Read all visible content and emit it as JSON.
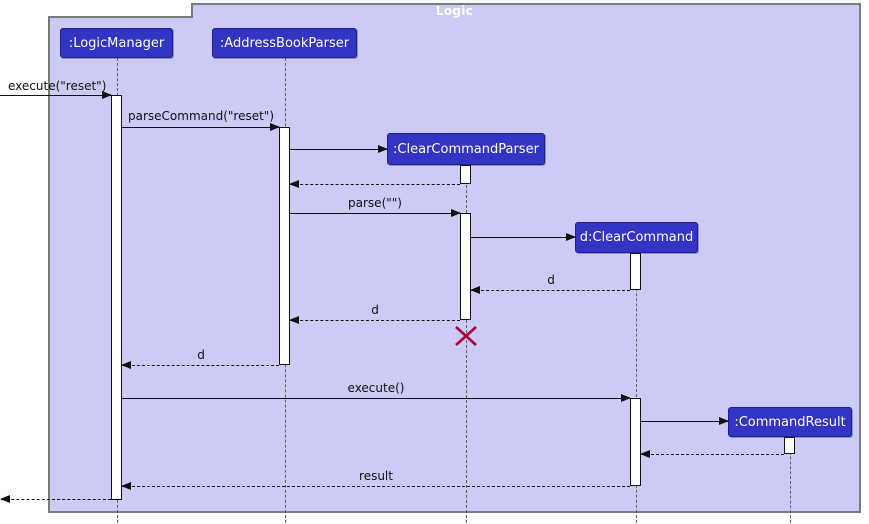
{
  "frame": {
    "title": "Logic"
  },
  "participants": [
    {
      "id": "logic-manager",
      "label": ":LogicManager"
    },
    {
      "id": "address-book-parser",
      "label": ":AddressBookParser"
    },
    {
      "id": "clear-command-parser",
      "label": ":ClearCommandParser"
    },
    {
      "id": "clear-command",
      "label": "d:ClearCommand"
    },
    {
      "id": "command-result",
      "label": ":CommandResult"
    }
  ],
  "messages": [
    {
      "label": "execute(\"reset\")",
      "type": "call",
      "from": "caller",
      "to": ":LogicManager"
    },
    {
      "label": "parseCommand(\"reset\")",
      "type": "call",
      "from": ":LogicManager",
      "to": ":AddressBookParser"
    },
    {
      "label": "",
      "type": "create",
      "from": ":AddressBookParser",
      "to": ":ClearCommandParser"
    },
    {
      "label": "",
      "type": "return",
      "from": ":ClearCommandParser",
      "to": ":AddressBookParser"
    },
    {
      "label": "parse(\"\")",
      "type": "call",
      "from": ":AddressBookParser",
      "to": ":ClearCommandParser"
    },
    {
      "label": "",
      "type": "create",
      "from": ":ClearCommandParser",
      "to": "d:ClearCommand"
    },
    {
      "label": "d",
      "type": "return",
      "from": "d:ClearCommand",
      "to": ":ClearCommandParser"
    },
    {
      "label": "d",
      "type": "return",
      "from": ":ClearCommandParser",
      "to": ":AddressBookParser"
    },
    {
      "label": "d",
      "type": "return",
      "from": ":AddressBookParser",
      "to": ":LogicManager"
    },
    {
      "label": "execute()",
      "type": "call",
      "from": ":LogicManager",
      "to": "d:ClearCommand"
    },
    {
      "label": "",
      "type": "create",
      "from": "d:ClearCommand",
      "to": ":CommandResult"
    },
    {
      "label": "",
      "type": "return",
      "from": ":CommandResult",
      "to": "d:ClearCommand"
    },
    {
      "label": "result",
      "type": "return",
      "from": "d:ClearCommand",
      "to": ":LogicManager"
    },
    {
      "label": "",
      "type": "return",
      "from": ":LogicManager",
      "to": "caller"
    }
  ],
  "destroyed_participant": ":ClearCommandParser",
  "colors": {
    "frame_background": "#CBCBF6",
    "frame_border": "#7B7B7B",
    "participant_fill": "#3333C4",
    "participant_text": "#FFFFFF",
    "message_line": "#101010",
    "destroy_x": "#A80036",
    "activation_fill": "#FFFFFF"
  }
}
